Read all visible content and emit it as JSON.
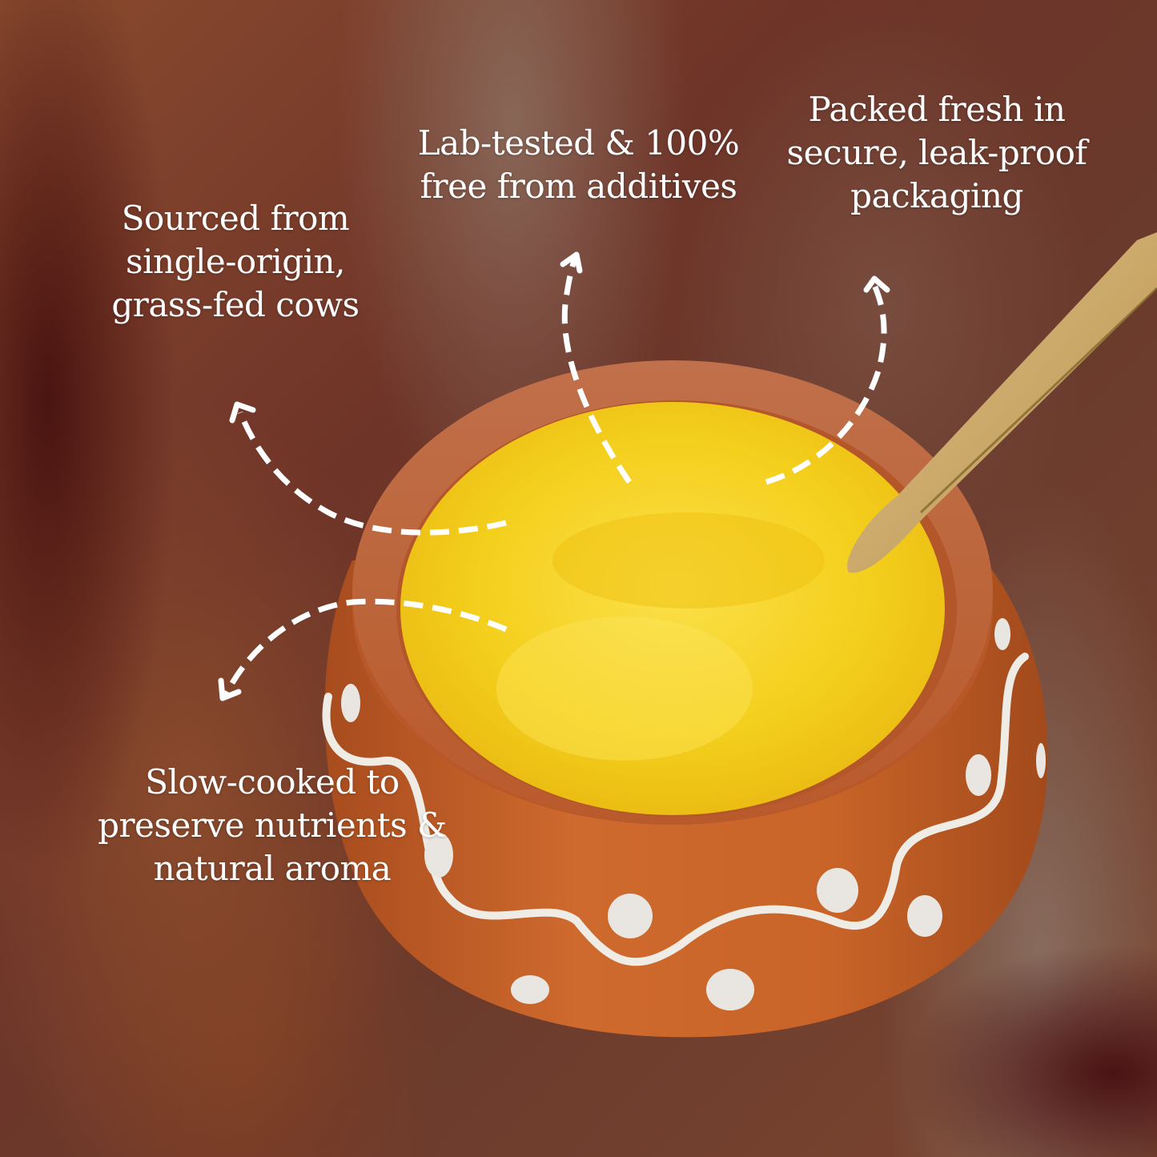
{
  "callouts": {
    "sourced": {
      "lines": [
        "Sourced from",
        "single-origin,",
        "grass-fed cows"
      ]
    },
    "lab_tested": {
      "lines": [
        "Lab-tested & 100%",
        "free from additives"
      ]
    },
    "packed": {
      "lines": [
        "Packed fresh in",
        "secure, leak-proof",
        "packaging"
      ]
    },
    "slow_cooked": {
      "lines": [
        "Slow-cooked to",
        "preserve nutrients &",
        "natural aroma"
      ]
    }
  },
  "colors": {
    "text": "#ffffff",
    "ghee": "#f6d21a",
    "ghee_light": "#fae66a",
    "pot": "#c4622a",
    "pot_dark": "#9c4a20",
    "pot_pattern": "#eeeae4",
    "spoon": "#c9a868",
    "background_dark": "#5a2a22",
    "background_mid": "#7a4430"
  },
  "icons": {
    "arrows": [
      "curved-dashed-arrow-icon"
    ]
  }
}
